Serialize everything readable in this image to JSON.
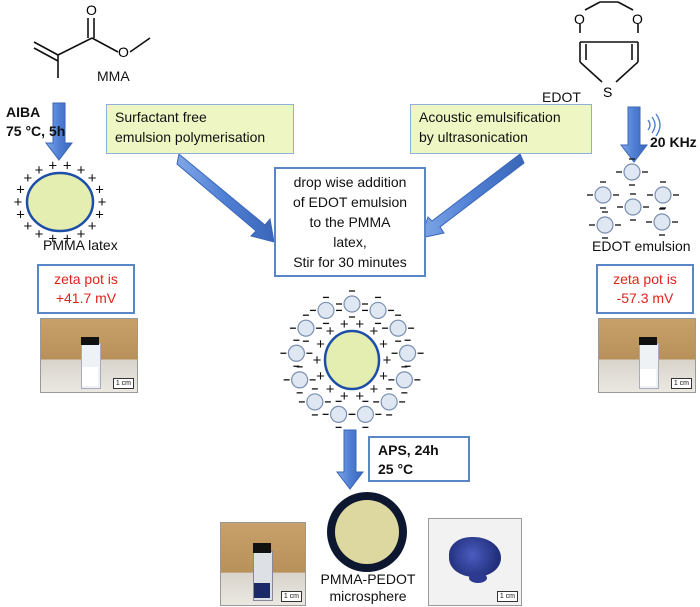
{
  "molecules": {
    "mma_label": "MMA",
    "edot_label": "EDOT",
    "edot_s": "S",
    "ester_o1": "O",
    "ester_o2": "O",
    "edot_o1": "O",
    "edot_o2": "O"
  },
  "left": {
    "conditions_line1": "AIBA",
    "conditions_line2": "75 °C, 5h",
    "process_line1": "Surfactant free",
    "process_line2": "emulsion polymerisation",
    "particle_label": "PMMA latex",
    "zeta_line1": "zeta pot is",
    "zeta_line2": "+41.7 mV",
    "scale_label": "1 cm"
  },
  "right": {
    "process_line1": "Acoustic emulsification",
    "process_line2": "by ultrasonication",
    "frequency": "20 KHz",
    "emulsion_label": "EDOT emulsion",
    "zeta_line1": "zeta pot is",
    "zeta_line2": "-57.3 mV",
    "scale_label": "1 cm"
  },
  "center": {
    "step_line1": "drop wise addition",
    "step_line2": "of EDOT emulsion",
    "step_line3": "to the PMMA",
    "step_line4": "latex,",
    "step_line5": "Stir for 30 minutes"
  },
  "bottom": {
    "conditions_line1": "APS, 24h",
    "conditions_line2": "25 °C",
    "product_line1": "PMMA-PEDOT",
    "product_line2": "microsphere",
    "scale_left": "1 cm",
    "scale_right": "1 cm"
  },
  "colors": {
    "particle_fill": "#e4eeb0",
    "droplet_fill": "#dfe7f3",
    "arrow_fill": "#4f7fd4",
    "zeta_text": "#e0241b",
    "box_border": "#5b86c5"
  }
}
